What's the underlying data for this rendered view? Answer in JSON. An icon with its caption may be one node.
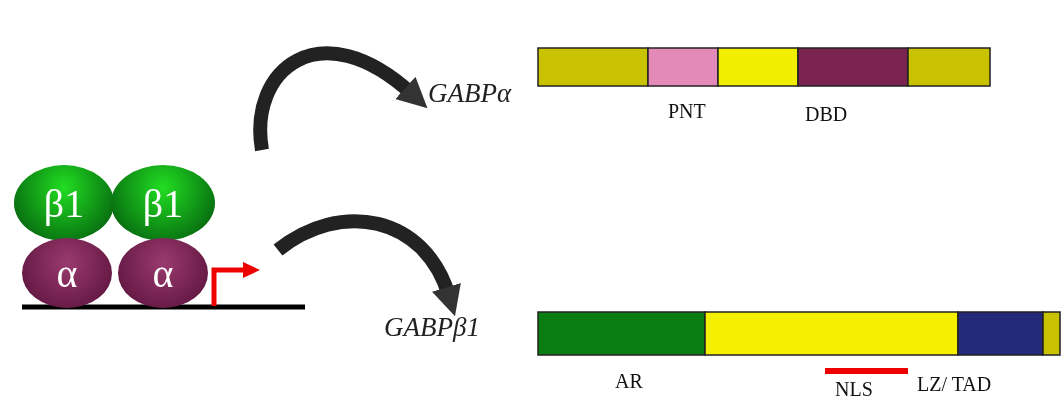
{
  "diagram": {
    "nodes": [
      {
        "text": [
          "β1"
        ]
      },
      {
        "text": [
          "β1"
        ]
      },
      {
        "text": [
          "α"
        ]
      },
      {
        "text": [
          "α"
        ]
      },
      {
        "text": [
          "GABPα"
        ]
      },
      {
        "text": [
          "GABPβ1"
        ]
      }
    ],
    "edges": [
      {
        "from": null,
        "to": 4,
        "arrow": "to"
      },
      {
        "from": null,
        "to": 5,
        "arrow": "to"
      }
    ],
    "labels": [
      "PNT",
      "DBD",
      "AR",
      "NLS",
      "LZ/ TAD"
    ]
  }
}
